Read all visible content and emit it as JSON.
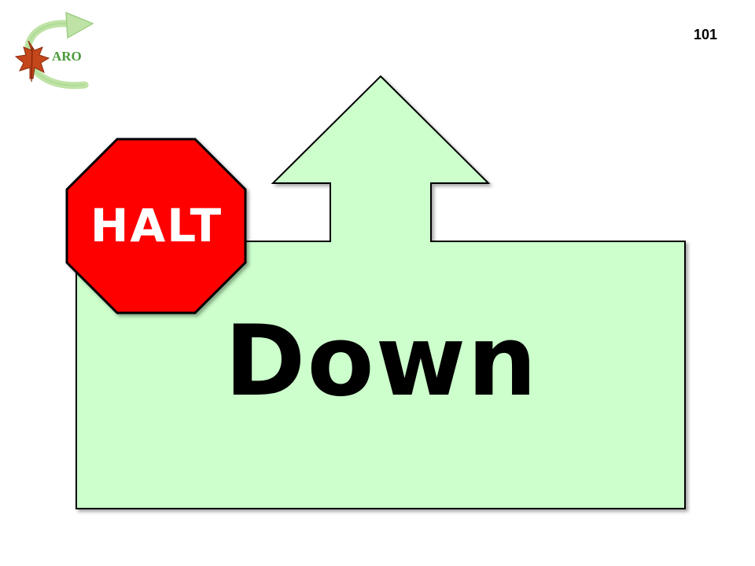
{
  "slide": {
    "number": "101",
    "main_word": "Down",
    "stop_sign_text": "HALT"
  },
  "logo": {
    "text": "ARO",
    "icon": "maple-leaf-circular-arrow-icon"
  },
  "colors": {
    "arrow_fill": "#ccffcc",
    "arrow_outline": "#000000",
    "stop_sign_fill": "#ff0000",
    "stop_sign_text": "#ffffff",
    "logo_arrow": "#bfe3a6",
    "logo_leaf": "#c4471b",
    "logo_text": "#4a9a3a"
  }
}
